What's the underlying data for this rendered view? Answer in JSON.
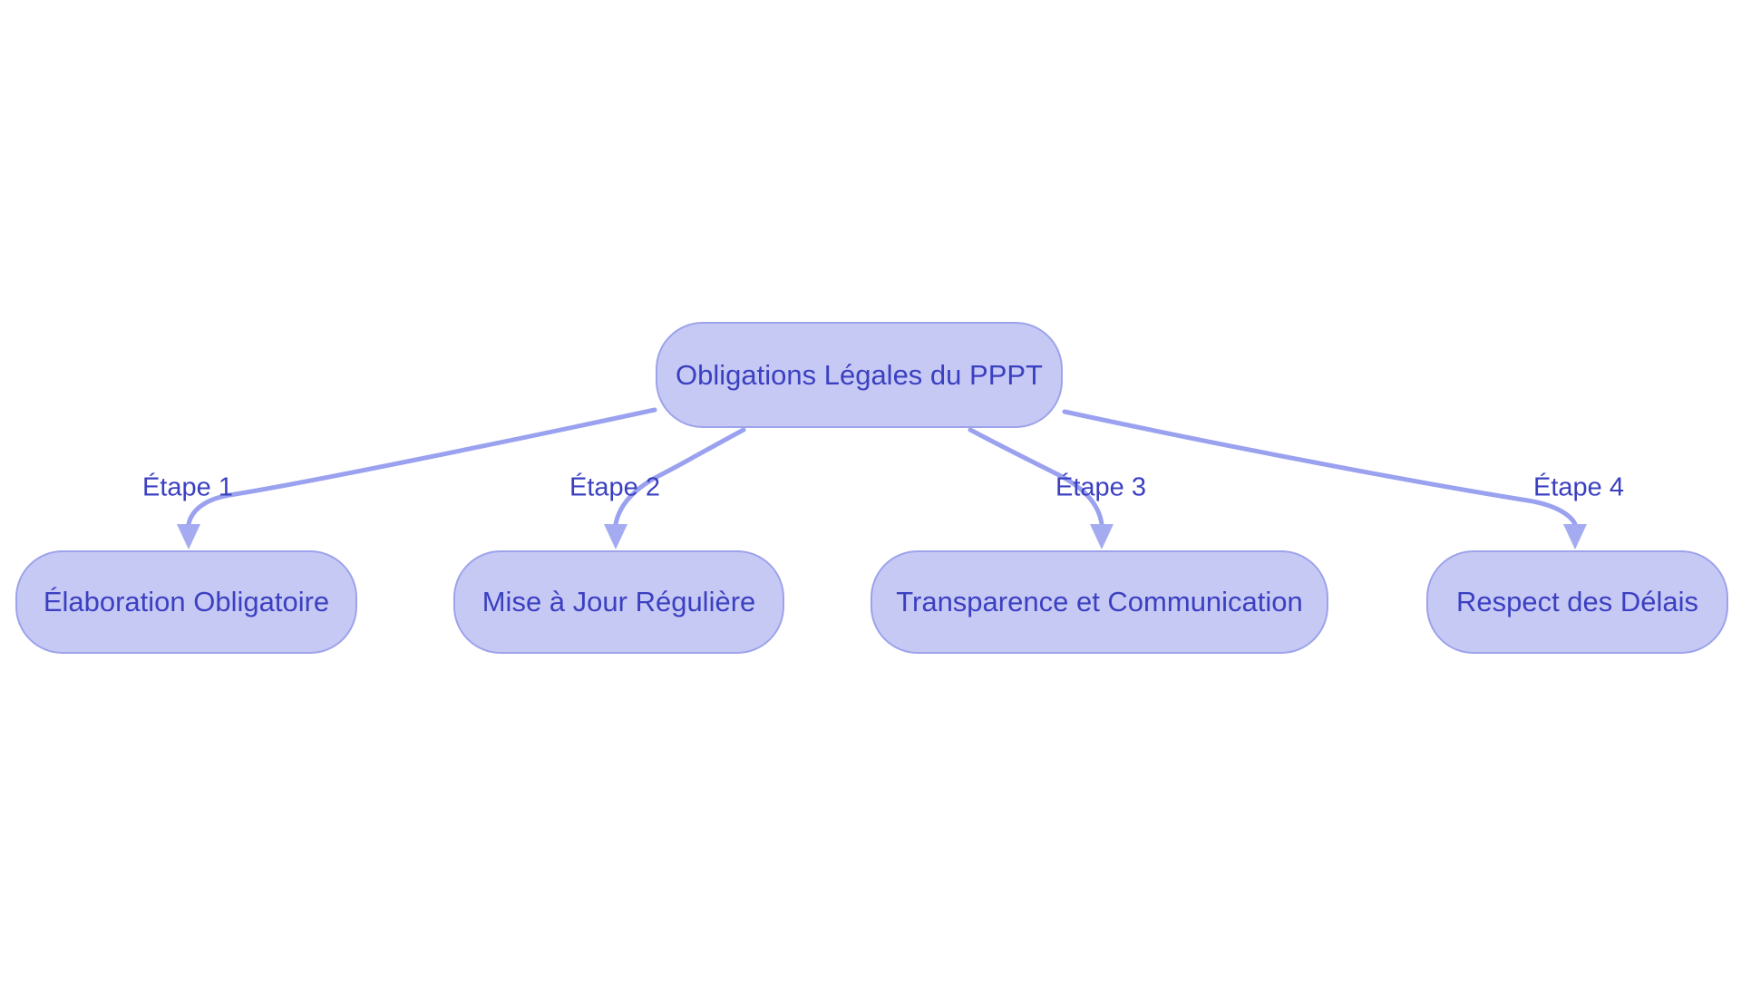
{
  "diagram": {
    "root": {
      "label": "Obligations Légales du PPPT"
    },
    "children": [
      {
        "label": "Élaboration Obligatoire"
      },
      {
        "label": "Mise à Jour Régulière"
      },
      {
        "label": "Transparence et Communication"
      },
      {
        "label": "Respect des Délais"
      }
    ],
    "edges": [
      {
        "label": "Étape 1"
      },
      {
        "label": "Étape 2"
      },
      {
        "label": "Étape 3"
      },
      {
        "label": "Étape 4"
      }
    ],
    "colors": {
      "node_fill": "#c7c9f5",
      "node_border": "#9ca3ea",
      "node_text": "#3b40c0",
      "edge_line": "#9aa1ef",
      "arrowhead": "#a5abf1",
      "background": "#ffffff"
    }
  }
}
